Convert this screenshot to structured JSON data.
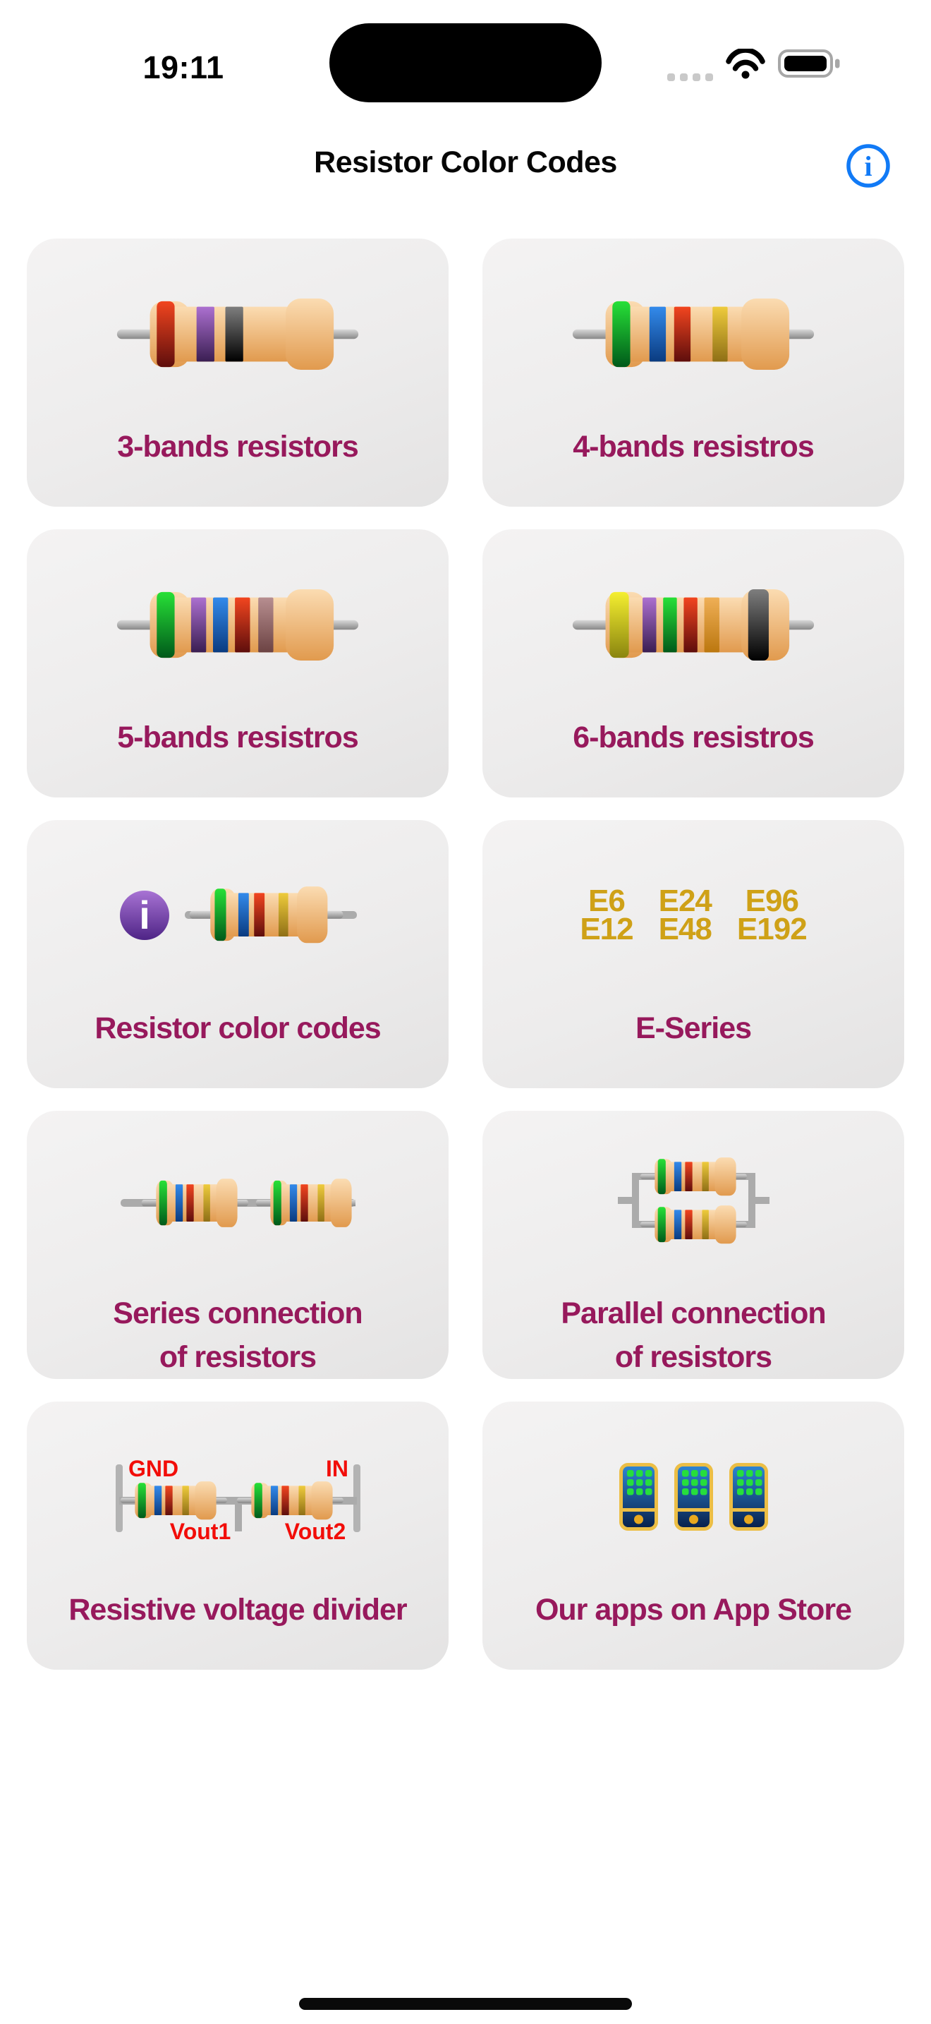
{
  "status_bar": {
    "time": "19:11",
    "cellular_dots": 4,
    "icons": [
      "cellular-signal-dots",
      "wifi-icon",
      "battery-icon"
    ],
    "battery_level": "full"
  },
  "header": {
    "title": "Resistor Color Codes",
    "info_icon": "info-icon"
  },
  "colors": {
    "page_background": "#FFFFFF",
    "card_background_top": "#F4F3F3",
    "card_background_bottom": "#E4E3E3",
    "card_label": "#97195C",
    "accent_info_blue": "#117AF6",
    "eseries_gold": "#CFA117",
    "divider_label_red": "#F20D09",
    "wire_gray": "#ABABAB",
    "terminal_bar_gray": "#B3B3B3",
    "info_badge_gradient": [
      "#A873D4",
      "#4E2486"
    ],
    "phone_screen_gradient": [
      "#2F87D6",
      "#071F49"
    ],
    "phone_frame": "#ECBE45",
    "phone_dot_green": "#26DE3C",
    "phone_home_button": "#E8A81E"
  },
  "resistor": {
    "body_gradient": [
      "#FBDCB2",
      "#E19A4E"
    ],
    "lead_gradient": [
      "#D9D9D9",
      "#878787"
    ],
    "band_colors": {
      "red": [
        "#F2451F",
        "#5E0E0C"
      ],
      "purple": [
        "#AC70D0",
        "#3A1E52"
      ],
      "black": [
        "#7E7E7E",
        "#000000"
      ],
      "green": [
        "#27E037",
        "#00591A"
      ],
      "blue": [
        "#338AEB",
        "#0A3B80"
      ],
      "gold": [
        "#EECB3C",
        "#8F6F16"
      ],
      "mauve": [
        "#B78E90",
        "#6C4343"
      ],
      "yellow": [
        "#F5EF30",
        "#8A850F"
      ],
      "orange": [
        "#EFAF56",
        "#BB770F"
      ]
    }
  },
  "cards": [
    {
      "id": "3-bands-resistors",
      "label_lines": [
        "3-bands resistors"
      ],
      "icon": {
        "type": "resistor",
        "bands": [
          "red",
          "purple",
          "black"
        ]
      }
    },
    {
      "id": "4-bands-resistros",
      "label_lines": [
        "4-bands resistros"
      ],
      "icon": {
        "type": "resistor",
        "bands": [
          "green",
          "blue",
          "red",
          "gold"
        ]
      }
    },
    {
      "id": "5-bands-resistros",
      "label_lines": [
        "5-bands resistros"
      ],
      "icon": {
        "type": "resistor",
        "bands": [
          "green",
          "purple",
          "blue",
          "red",
          "mauve"
        ]
      }
    },
    {
      "id": "6-bands-resistros",
      "label_lines": [
        "6-bands resistros"
      ],
      "icon": {
        "type": "resistor",
        "bands": [
          "yellow",
          "purple",
          "green",
          "red",
          "orange",
          "black"
        ]
      }
    },
    {
      "id": "resistor-color-codes",
      "label_lines": [
        "Resistor color codes"
      ],
      "icon": {
        "type": "info-resistor",
        "bands": [
          "green",
          "blue",
          "red",
          "gold"
        ]
      }
    },
    {
      "id": "e-series",
      "label_lines": [
        "E-Series"
      ],
      "icon": {
        "type": "e-series",
        "columns": [
          [
            "E6",
            "E12"
          ],
          [
            "E24",
            "E48"
          ],
          [
            "E96",
            "E192"
          ]
        ]
      }
    },
    {
      "id": "series-connection",
      "label_lines": [
        "Series connection",
        "of resistors"
      ],
      "icon": {
        "type": "series",
        "bands": [
          "green",
          "blue",
          "red",
          "gold"
        ]
      }
    },
    {
      "id": "parallel-connection",
      "label_lines": [
        "Parallel connection",
        "of resistors"
      ],
      "icon": {
        "type": "parallel",
        "bands": [
          "green",
          "blue",
          "red",
          "gold"
        ]
      }
    },
    {
      "id": "resistive-voltage-divider",
      "label_lines": [
        "Resistive voltage divider"
      ],
      "icon": {
        "type": "divider",
        "bands": [
          "green",
          "blue",
          "red",
          "gold"
        ],
        "labels": {
          "top_left": "GND",
          "top_right": "IN",
          "bottom_left": "Vout1",
          "bottom_right": "Vout2"
        }
      }
    },
    {
      "id": "our-apps",
      "label_lines": [
        "Our apps on App Store"
      ],
      "icon": {
        "type": "phones",
        "count": 3
      }
    }
  ]
}
